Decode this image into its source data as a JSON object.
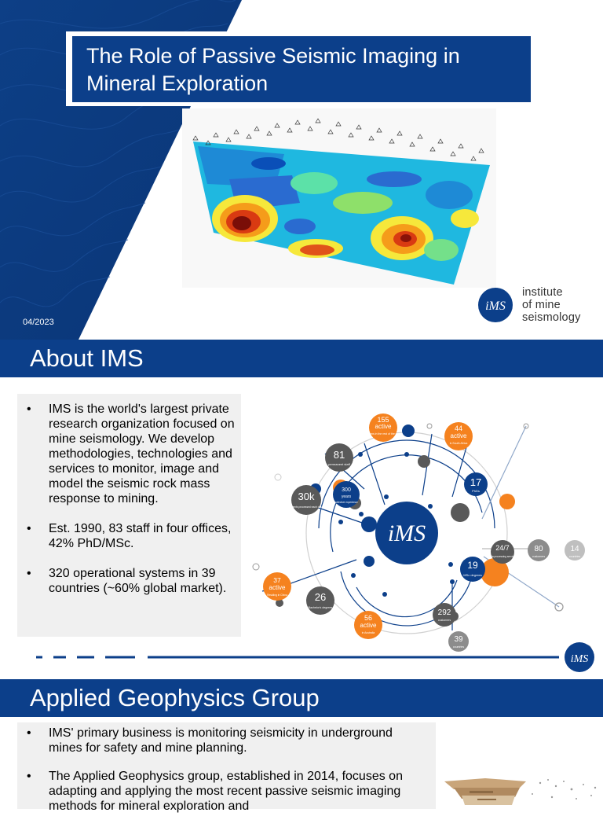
{
  "slide1": {
    "title": "The Role of Passive Seismic Imaging in Mineral Exploration",
    "date": "04/2023",
    "logo": {
      "line1": "institute",
      "line2": "of mine",
      "line3": "seismology",
      "mark": "iMS"
    }
  },
  "slide2": {
    "heading": "About IMS",
    "bullets": [
      "IMS is the world's largest private research organization focused on mine seismology. We develop methodologies, technologies and services to monitor, image and model the seismic rock mass response to mining.",
      "Est. 1990, 83 staff in four offices, 42% PhD/MSc.",
      "320 operational systems in 39 countries (~60% global market)."
    ],
    "infographic": {
      "center": "iMS",
      "stats": [
        {
          "value": "155",
          "sub": "active",
          "desc": "systems in the rest of the world",
          "color": "#f5821f"
        },
        {
          "value": "44",
          "sub": "active",
          "desc": "in South Africa",
          "color": "#f5821f"
        },
        {
          "value": "81",
          "sub": "",
          "desc": "permanent staff",
          "color": "#595959"
        },
        {
          "value": "17",
          "sub": "",
          "desc": "PhDs",
          "color": "#0c3f8a"
        },
        {
          "value": "300",
          "sub": "years",
          "desc": "collective experience",
          "color": "#0c3f8a"
        },
        {
          "value": "30k",
          "sub": "",
          "desc": "events processed each day",
          "color": "#595959"
        },
        {
          "value": "24/7",
          "sub": "",
          "desc": "data processing services",
          "color": "#595959"
        },
        {
          "value": "80",
          "sub": "",
          "desc": "customers",
          "color": "#8c8c8c"
        },
        {
          "value": "14",
          "sub": "",
          "desc": "countries",
          "color": "#bfbfbf"
        },
        {
          "value": "19",
          "sub": "",
          "desc": "MSc degrees",
          "color": "#0c3f8a"
        },
        {
          "value": "37",
          "sub": "active",
          "desc": "Residing in China",
          "color": "#f5821f"
        },
        {
          "value": "26",
          "sub": "",
          "desc": "Bachelor's degrees",
          "color": "#595959"
        },
        {
          "value": "56",
          "sub": "active",
          "desc": "in Australia",
          "color": "#f5821f"
        },
        {
          "value": "292",
          "sub": "",
          "desc": "customers",
          "color": "#595959"
        },
        {
          "value": "39",
          "sub": "",
          "desc": "countries",
          "color": "#8c8c8c"
        }
      ]
    }
  },
  "slide3": {
    "heading": "Applied Geophysics Group",
    "bullets": [
      "IMS' primary business is monitoring seismicity in underground mines for safety and mine planning.",
      "The Applied Geophysics group, established in 2014, focuses on adapting and applying the most recent passive seismic imaging methods for mineral exploration and"
    ]
  },
  "bullet_glyph": "•",
  "colors": {
    "brand_blue": "#0c3f8a",
    "accent_orange": "#f5821f",
    "grey": "#595959",
    "panel_grey": "#f0f0f0"
  }
}
